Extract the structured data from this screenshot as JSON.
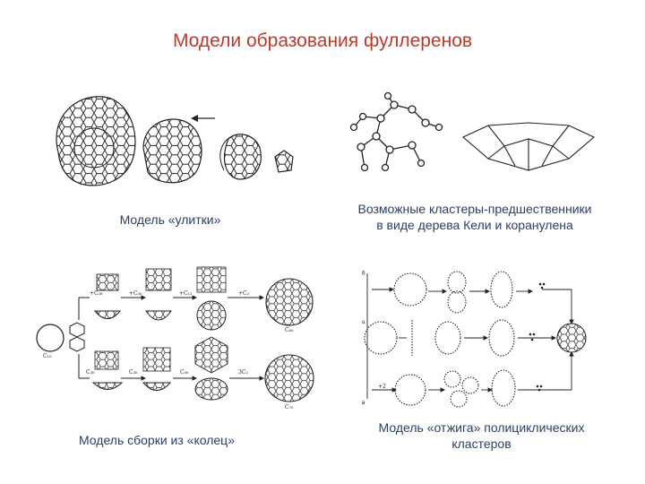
{
  "title": "Модели образования фуллеренов",
  "captions": {
    "snail": "Модель «улитки»",
    "precursors_line1": "Возможные кластеры-предшественники",
    "precursors_line2": "в виде дерева Кели и коранулена",
    "rings": "Модель сборки из «колец»",
    "annealing_line1": "Модель «отжига» полициклических",
    "annealing_line2": "кластеров"
  },
  "ring_labels": {
    "top_step1": "+C₂₈",
    "top_step2": "+C₃₀",
    "top_step3": "+C₁₂",
    "top_step4": "+C₂",
    "top_product": "C₆₀",
    "bottom_left": "C₃₀",
    "bottom_step1": "C₃₀",
    "bottom_step2": "C₃₀",
    "bottom_step3": "3C₂",
    "bottom_product": "C₇₀",
    "start": "C₁₀"
  },
  "anneal_labels": {
    "row_b": "б",
    "row_a": "а",
    "row_c": "в",
    "step": "+2"
  }
}
